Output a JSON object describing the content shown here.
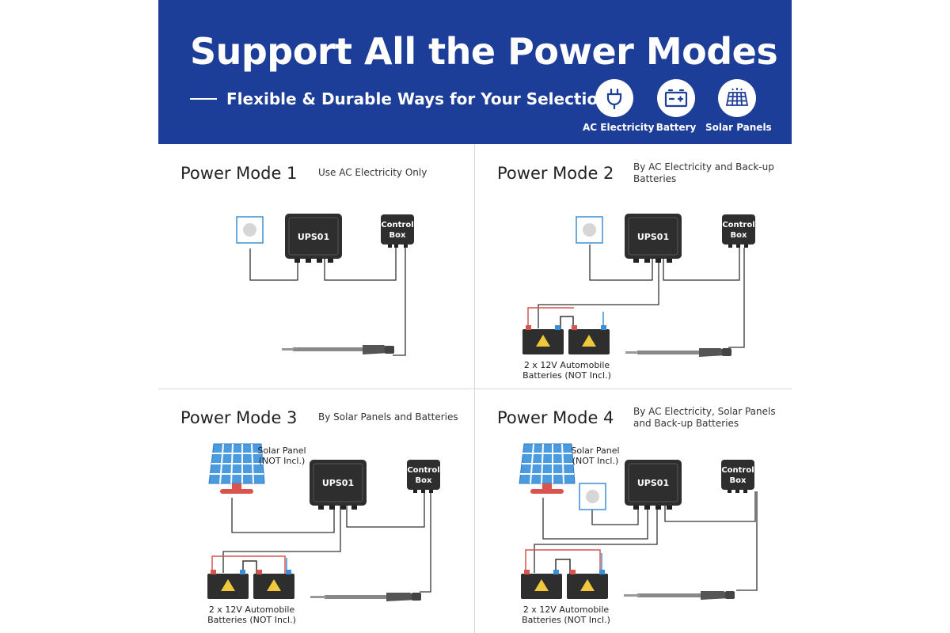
{
  "header": {
    "title": "Support All the Power Modes",
    "subtitle": "Flexible & Durable Ways for Your Selection",
    "modes": [
      {
        "label": "AC Electricity",
        "icon": "plug-icon"
      },
      {
        "label": "Battery",
        "icon": "battery-icon"
      },
      {
        "label": "Solar Panels",
        "icon": "solar-panel-icon"
      }
    ]
  },
  "labels": {
    "ups": "UPS01",
    "control_box_line1": "Control",
    "control_box_line2": "Box",
    "solar_line1": "Solar Panel",
    "solar_line2": "(NOT Incl.)",
    "batteries_line1": "2 x 12V Automobile",
    "batteries_line2": "Batteries (NOT Incl.)"
  },
  "panels": [
    {
      "title": "Power Mode 1",
      "desc": "Use AC Electricity Only"
    },
    {
      "title": "Power Mode 2",
      "desc": "By AC Electricity and Back-up Batteries"
    },
    {
      "title": "Power Mode 3",
      "desc": "By Solar Panels and Batteries"
    },
    {
      "title": "Power Mode 4",
      "desc": "By AC Electricity, Solar Panels and Back-up Batteries"
    }
  ],
  "colors": {
    "header_bg": "#1d3e98",
    "wire": "#333333",
    "wire_positive": "#d9534f",
    "wire_negative": "#3a8fd6",
    "outlet_border": "#3d8fd4",
    "solar_blue": "#4a9be0",
    "device_dark": "#2e2e2e"
  }
}
